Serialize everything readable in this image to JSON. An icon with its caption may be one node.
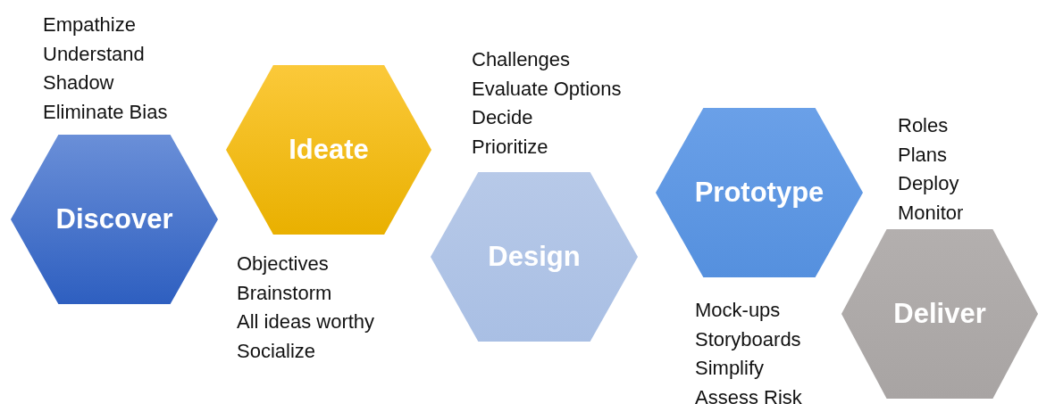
{
  "diagram": {
    "nodes": [
      {
        "text": [
          "Discover"
        ],
        "beside": [
          "Empathize",
          "Understand",
          "Shadow",
          "Eliminate Bias"
        ]
      },
      {
        "text": [
          "Ideate"
        ],
        "beside": [
          "Objectives",
          "Brainstorm",
          "All ideas worthy",
          "Socialize"
        ]
      },
      {
        "text": [
          "Design"
        ],
        "beside": [
          "Challenges",
          "Evaluate Options",
          "Decide",
          "Prioritize"
        ]
      },
      {
        "text": [
          "Prototype"
        ],
        "beside": [
          "Mock-ups",
          "Storyboards",
          "Simplify",
          "Assess Risk"
        ]
      },
      {
        "text": [
          "Deliver"
        ],
        "beside": [
          "Roles",
          "Plans",
          "Deploy",
          "Monitor"
        ]
      }
    ]
  }
}
